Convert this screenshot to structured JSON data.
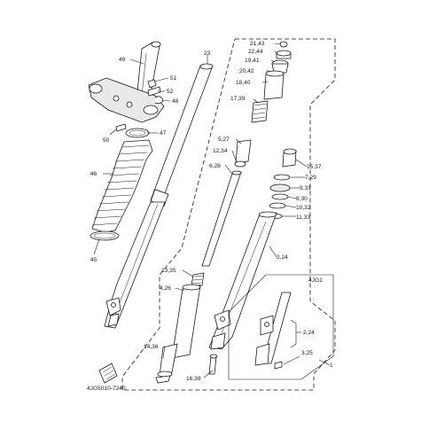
{
  "diagram": {
    "code": "4JG5010-7240",
    "variant_box": "4JG1",
    "labels": {
      "l49": "49",
      "l51": "51",
      "l52": "52",
      "l48": "48",
      "l47": "47",
      "l50": "50",
      "l46": "46",
      "l45": "45",
      "l23": "23",
      "l21_43": "21,43",
      "l22_44": "22,44",
      "l19_41": "19,41",
      "l20_42": "20,42",
      "l18_40": "18,40",
      "l17_39": "17,39",
      "l5_27": "5,27",
      "l12_34": "12,34",
      "l6_28": "6,28",
      "l15_37": "15,37",
      "l7_29": "7,29",
      "l9_31": "9,31",
      "l8_30": "8,30",
      "l10_32": "10,32",
      "l11_33": "11,33",
      "l2_24": "2,24",
      "l13_35": "13,35",
      "l4_26": "4,26",
      "l14_36": "14,36",
      "l16_38": "16,38",
      "l2_24b": "2,24",
      "l3_25": "3,25",
      "l1": "1"
    }
  }
}
